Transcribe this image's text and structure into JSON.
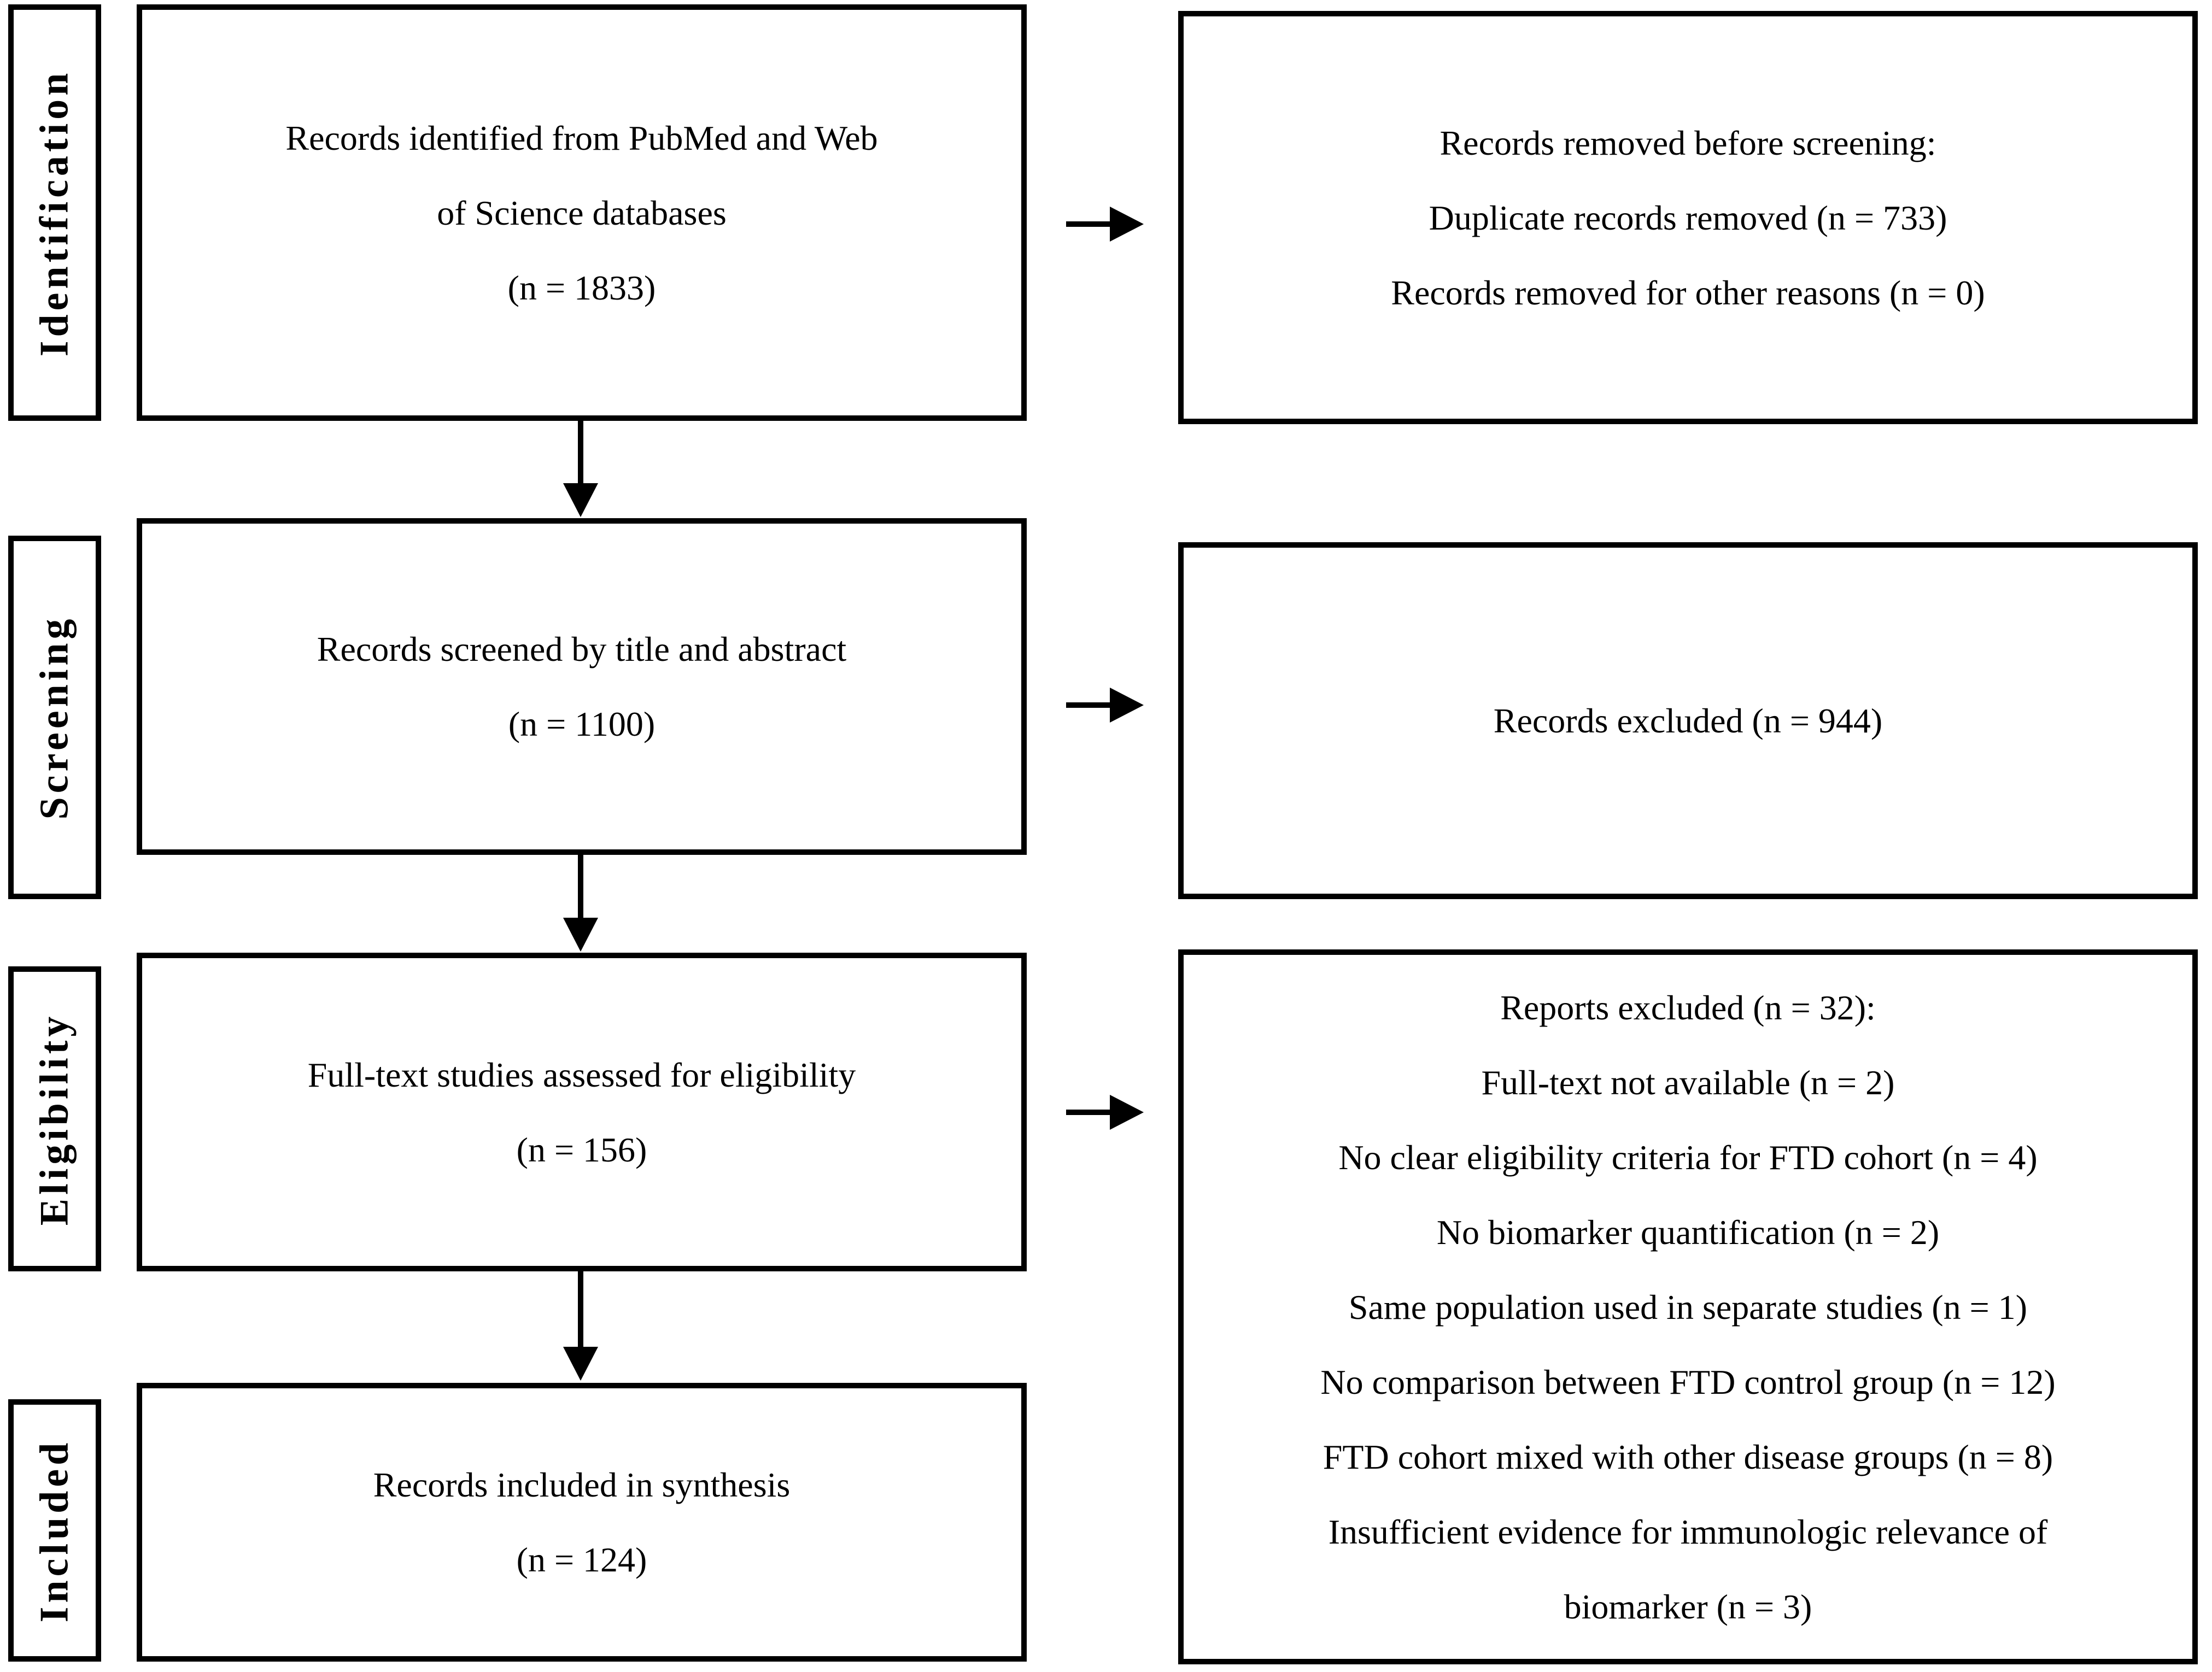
{
  "diagram": {
    "type": "PRISMA flow diagram",
    "stages": [
      {
        "label": "Identification"
      },
      {
        "label": "Screening"
      },
      {
        "label": "Eligibility"
      },
      {
        "label": "Included"
      }
    ],
    "left_boxes": [
      {
        "lines": [
          "Records identified from PubMed and Web",
          "of Science databases",
          "(n = 1833)"
        ]
      },
      {
        "lines": [
          "Records screened by title and abstract",
          "(n = 1100)"
        ]
      },
      {
        "lines": [
          "Full-text studies assessed for eligibility",
          "(n = 156)"
        ]
      },
      {
        "lines": [
          "Records included in synthesis",
          "(n = 124)"
        ]
      }
    ],
    "right_boxes": [
      {
        "lines": [
          "Records removed before screening:",
          "Duplicate records removed (n = 733)",
          "Records removed for other reasons (n = 0)"
        ]
      },
      {
        "lines": [
          "Records excluded (n = 944)"
        ]
      },
      {
        "lines": [
          "Reports excluded (n = 32):",
          "Full-text not available (n = 2)",
          "No clear eligibility criteria for FTD cohort (n = 4)",
          "No biomarker quantification (n = 2)",
          "Same population used in separate studies (n = 1)",
          "No comparison between FTD control group (n = 12)",
          "FTD cohort mixed with other disease groups (n = 8)",
          "Insufficient evidence for immunologic relevance of",
          "biomarker (n = 3)"
        ]
      }
    ]
  },
  "colors": {
    "border": "#000000",
    "background": "#ffffff",
    "text": "#000000"
  }
}
